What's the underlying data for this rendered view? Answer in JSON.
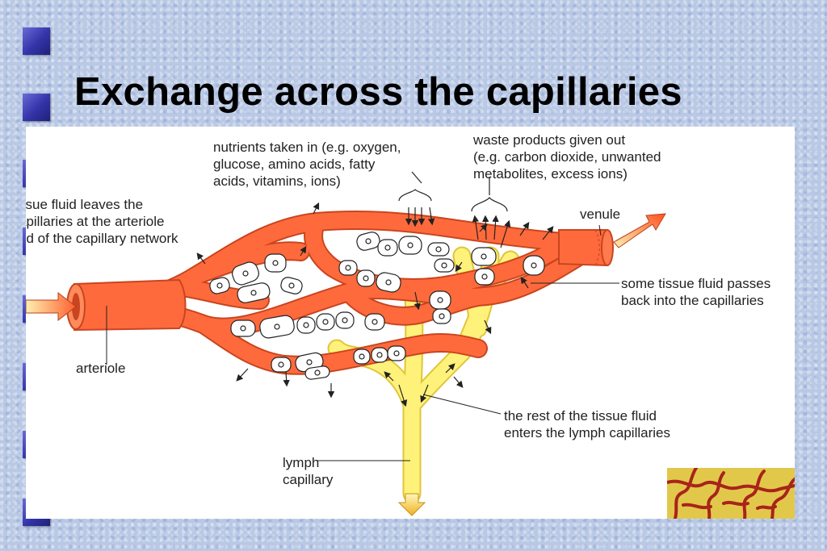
{
  "slide": {
    "title": "Exchange across the capillaries"
  },
  "labels": {
    "tissue_fluid_leaves": "ssue fluid leaves the\napillaries at the arteriole\nnd of the capillary network",
    "nutrients": "nutrients taken in (e.g. oxygen,\nglucose, amino acids, fatty\nacids, vitamins, ions)",
    "waste": "waste products given out\n(e.g. carbon dioxide, unwanted\nmetabolites, excess ions)",
    "venule": "venule",
    "returns": "some tissue fluid passes\nback into the capillaries",
    "arteriole": "arteriole",
    "lymph_enters": "the rest of the tissue fluid\nenters the lymph capillaries",
    "lymph_capillary": "lymph\ncapillary"
  },
  "colors": {
    "bullet": "#3a3ab0",
    "blood_vessel": "#ff6a3c",
    "vessel_outline": "#c9451f",
    "lymph": "#fff27a",
    "lymph_outline": "#e0c53a",
    "inset_background": "#e2c84a",
    "inset_network": "#a8241a"
  }
}
